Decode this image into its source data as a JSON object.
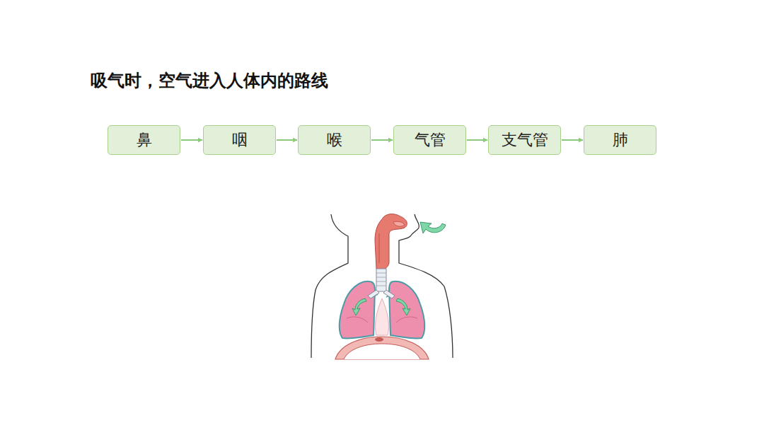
{
  "diagram": {
    "title": "吸气时，空气进入人体内的路线",
    "nodes": [
      {
        "text": [
          "鼻"
        ]
      },
      {
        "text": [
          "咽"
        ]
      },
      {
        "text": [
          "喉"
        ]
      },
      {
        "text": [
          "气管"
        ]
      },
      {
        "text": [
          "支气管"
        ]
      },
      {
        "text": [
          "肺"
        ]
      }
    ],
    "edges": [
      {
        "from": 0,
        "to": 1,
        "arrow": "to"
      },
      {
        "from": 1,
        "to": 2,
        "arrow": "to"
      },
      {
        "from": 2,
        "to": 3,
        "arrow": "to"
      },
      {
        "from": 3,
        "to": 4,
        "arrow": "to"
      },
      {
        "from": 4,
        "to": 5,
        "arrow": "to"
      }
    ]
  }
}
